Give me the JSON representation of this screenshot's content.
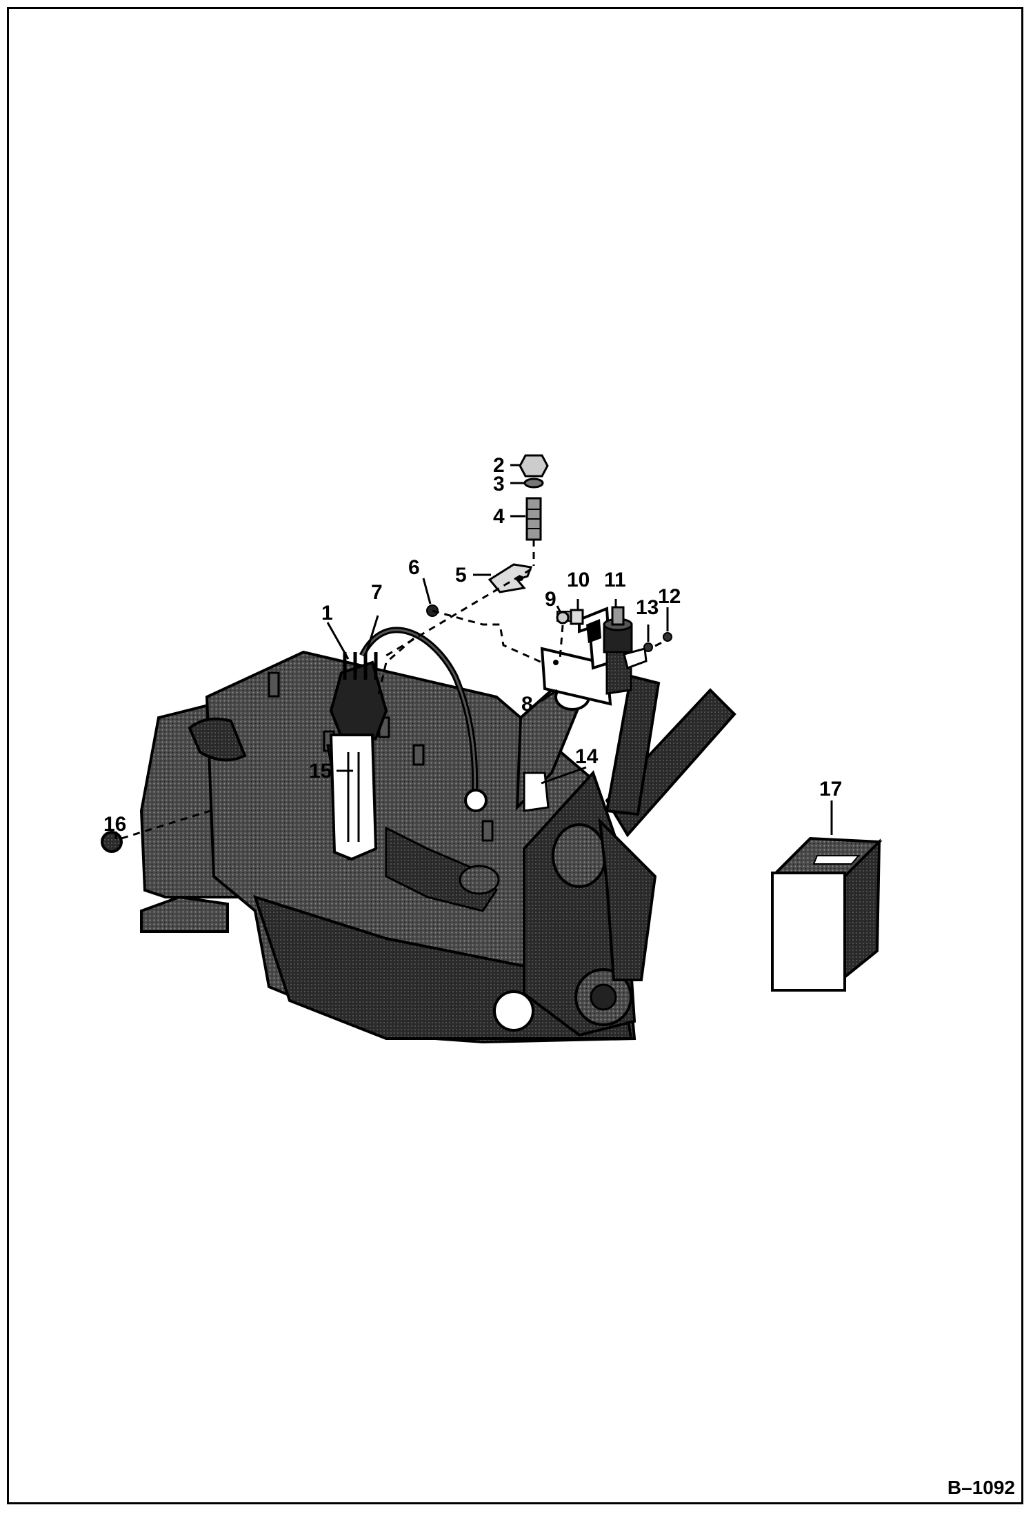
{
  "figure_id": "B–1092",
  "callouts": [
    {
      "id": "1",
      "label": "1"
    },
    {
      "id": "2",
      "label": "2"
    },
    {
      "id": "3",
      "label": "3"
    },
    {
      "id": "4",
      "label": "4"
    },
    {
      "id": "5",
      "label": "5"
    },
    {
      "id": "6",
      "label": "6"
    },
    {
      "id": "7",
      "label": "7"
    },
    {
      "id": "8",
      "label": "8"
    },
    {
      "id": "9",
      "label": "9"
    },
    {
      "id": "10",
      "label": "10"
    },
    {
      "id": "11",
      "label": "11"
    },
    {
      "id": "12",
      "label": "12"
    },
    {
      "id": "13",
      "label": "13"
    },
    {
      "id": "14",
      "label": "14"
    },
    {
      "id": "15",
      "label": "15"
    },
    {
      "id": "16",
      "label": "16"
    },
    {
      "id": "17",
      "label": "17"
    }
  ],
  "colors": {
    "ink": "#000000",
    "engine_fill": "#3a3a3a",
    "paper": "#ffffff"
  }
}
